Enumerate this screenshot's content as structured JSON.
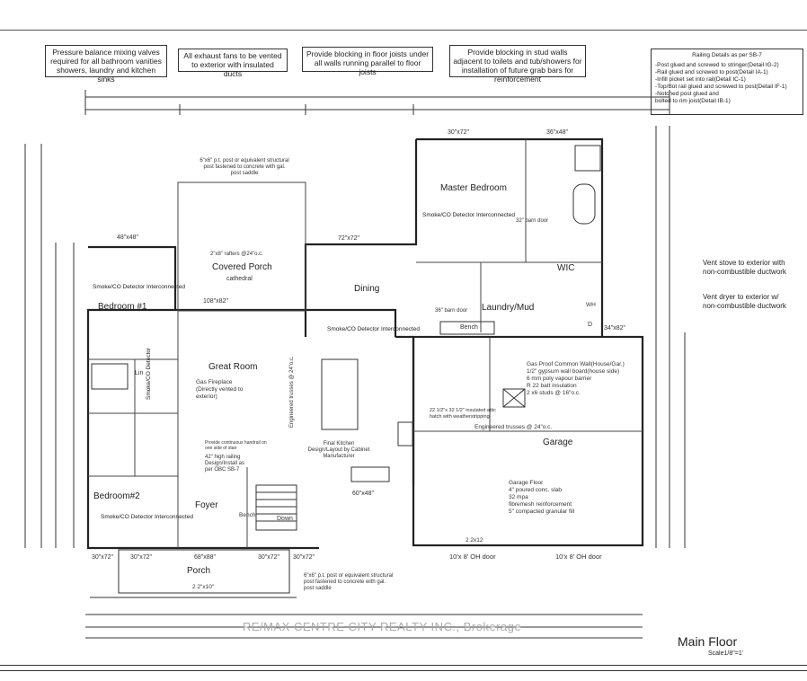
{
  "notes": {
    "n1": "Pressure balance mixing valves required for all bathroom vanities showers, laundry and kitchen sinks",
    "n2": "All exhaust fans to be vented to exterior with insulated ducts",
    "n3": "Provide blocking in floor joists under all walls running parallel to floor joists",
    "n4": "Provide blocking in stud walls adjacent to toilets and tub/showers for installation of future grab bars for reinforcement"
  },
  "railing": {
    "title": "Railing Details as per SB-7",
    "items": [
      "-Post glued and screwed to stringer(Detail IG-2)",
      "-Rail glued and screwed to post(Detail IA-1)",
      "-Infill picket set into rail(Detail IC-1)",
      "-Top/Bot rail glued and screwed to post(Detail IF-1)",
      "-Notched post glued and",
      " bolted to rim joist(Detail IB-1)"
    ]
  },
  "side_notes": {
    "stove": "Vent stove to exterior with non-combustible ductwork",
    "dryer": "Vent dryer to exterior w/ non-combustible ductwork"
  },
  "rooms": {
    "master": "Master Bedroom",
    "covered_porch": "Covered Porch",
    "cathedral": "cathedral",
    "dining": "Dining",
    "bedroom1": "Bedroom #1",
    "great_room": "Great Room",
    "fireplace": "Gas Fireplace (Directly vented to exterior)",
    "laundry": "Laundry/Mud",
    "wic": "WIC",
    "bench1": "Bench",
    "garage": "Garage",
    "bedroom2": "Bedroom#2",
    "foyer": "Foyer",
    "porch": "Porch",
    "down": "Down",
    "bench2": "Bench",
    "lin": "Lin",
    "wh": "WH",
    "d": "D",
    "barn_door_master": "32\" barn door",
    "barn_door_laundry": "36\" barn door"
  },
  "smoke": {
    "s1": "Smoke/CO Detector Interconnected",
    "s2": "Smoke/CO Detector Interconnected",
    "s3": "Smoke/CO Detector Interconnected",
    "s4": "Smoke/CO Detector Interconnected",
    "s5": "Smoke/CO Detector"
  },
  "garage_notes": {
    "common_wall": [
      "Gas Proof Common Wall(House/Gar.)",
      "1/2\" gypsum wall board(house side)",
      "6 mm poly vapour barrier",
      "R 22 batt insulation",
      "2 x6 studs @ 16\"o.c."
    ],
    "attic": "22 1/2\"x 32 1/2\" insulated attic hatch with weatherstripping",
    "trusses": "Engineered trusses @ 24\"o.c.",
    "floor": [
      "Garage Floor",
      "4\" poured conc. slab",
      "32 mpa",
      "fibremesh reinforcement",
      "5\" compacted granular fill"
    ]
  },
  "misc_notes": {
    "post_top": "6\"x6\" p.t. post or equivalent structural post fastened to concrete with gal. post saddle",
    "post_bottom": "6\"x6\" p.t. post or equivalent structural post fastened to concrete with gal. post saddle",
    "rafters": "2\"x8\" rafters @24\"o.c.",
    "kitchen": "Final Kitchen Design/Layout by Cabinet Manufacturer",
    "guard": "42\" high railing Design/Install as per OBC SB-7",
    "handrail": "Provide continuous handrail on one side of stair",
    "eng_trusses": "Engineered trusses @ 24\"o.c."
  },
  "dimensions": {
    "w48x48": "48\"x48\"",
    "w72x72": "72\"x72\"",
    "w30x72a": "30\"x72\"",
    "w36x48": "36\"x48\"",
    "w108x82": "108\"x82\"",
    "w60x48": "60\"x48\"",
    "w34x82": "34\"x82\"",
    "w68x88": "68\"x88\"",
    "w30x72b": "30\"x72\"",
    "w30x72c": "30\"x72\"",
    "w30x72d": "30\"x72\"",
    "w30x72e": "30\"x72\"",
    "door_oh1": "10'x 8' OH door",
    "door_oh2": "10'x 8' OH door",
    "lintel_2x10": "2 2\"x10\"",
    "lintel_2x12": "2 2x12"
  },
  "title": "Main Floor",
  "scale": "Scale1/8\"=1'",
  "watermark": "RE/MAX CENTRE CITY REALTY INC., Brokerage"
}
